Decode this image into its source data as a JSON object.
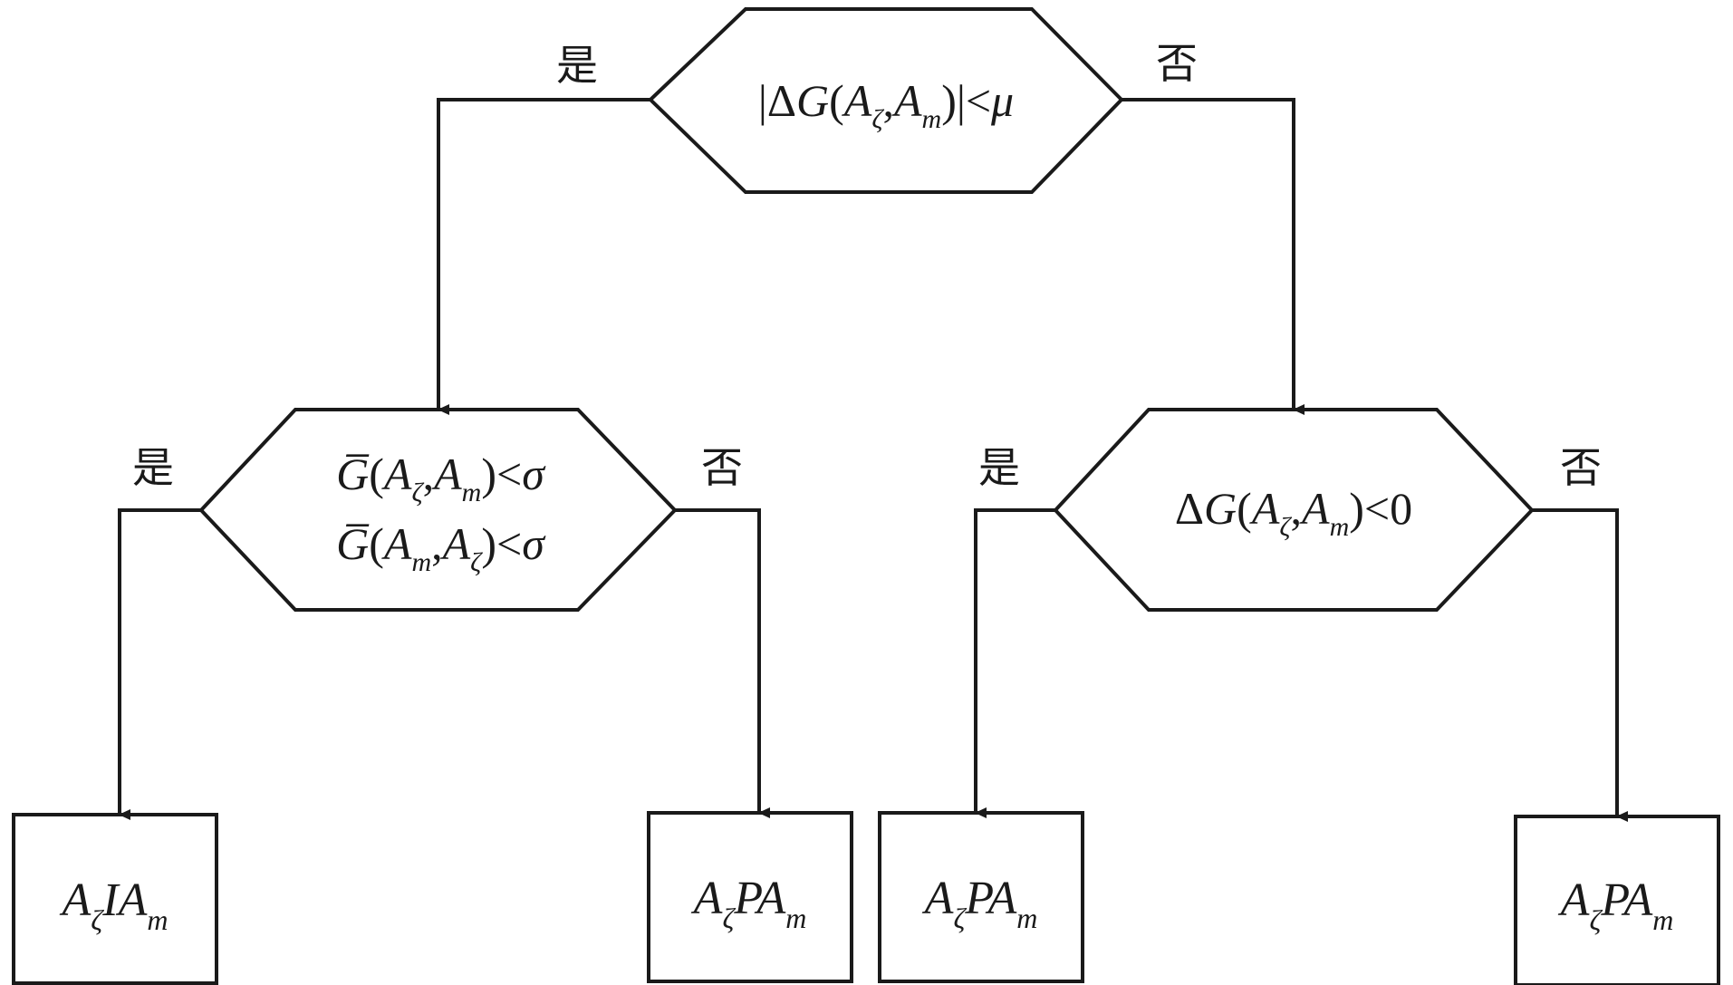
{
  "diagram": {
    "colors": {
      "stroke": "#1a1a1a",
      "background": "#ffffff"
    },
    "decisions": {
      "top": {
        "prefix": "|Δ",
        "func": "G",
        "open": "(",
        "a1": "A",
        "s1": "ζ",
        "sep": ",",
        "a2": "A",
        "s2": "m",
        "close": ")|<",
        "rhs": "μ"
      },
      "left": {
        "line1": {
          "func": "G̅",
          "open": "(",
          "a1": "A",
          "s1": "ζ",
          "sep": ",",
          "a2": "A",
          "s2": "m",
          "close": ")<",
          "rhs": "σ"
        },
        "line2": {
          "func": "G̅",
          "open": "(",
          "a1": "A",
          "s1": "m",
          "sep": ",",
          "a2": "A",
          "s2": "ζ",
          "close": ")<",
          "rhs": "σ"
        }
      },
      "right": {
        "prefix": "Δ",
        "func": "G",
        "open": "(",
        "a1": "A",
        "s1": "ζ",
        "sep": ",",
        "a2": "A",
        "s2": "m",
        "close": ")<0"
      }
    },
    "branch_labels": {
      "top_yes": "是",
      "top_no": "否",
      "left_yes": "是",
      "left_no": "否",
      "right_yes": "是",
      "right_no": "否"
    },
    "outcomes": [
      {
        "a1": "A",
        "s1": "ζ",
        "rel": "I",
        "a2": "A",
        "s2": "m"
      },
      {
        "a1": "A",
        "s1": "ζ",
        "rel": "P",
        "a2": "A",
        "s2": "m"
      },
      {
        "a1": "A",
        "s1": "ζ",
        "rel": "P",
        "a2": "A",
        "s2": "m"
      },
      {
        "a1": "A",
        "s1": "ζ",
        "rel": "P",
        "a2": "A",
        "s2": "m"
      }
    ]
  }
}
